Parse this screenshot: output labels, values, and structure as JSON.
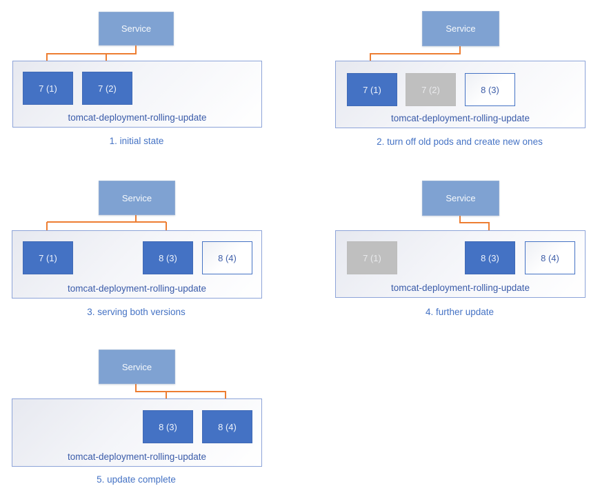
{
  "colors": {
    "pod_active": "#4472c4",
    "pod_old": "#bfbfbf",
    "pod_new_border": "#4472c4",
    "service_fill": "#7fa2d2",
    "arrow": "#ed7d31",
    "caption_text": "#4472c4",
    "deployment_text": "#3a5ba9",
    "deployment_border": "#8ca3d8"
  },
  "panels": [
    {
      "caption": "1. initial state",
      "service_label": "Service",
      "deployment_label": "tomcat-deployment-rolling-update",
      "pods": [
        {
          "label": "7 (1)",
          "state": "active"
        },
        {
          "label": "7 (2)",
          "state": "active"
        }
      ],
      "service_connects_to": [
        "7 (1)",
        "7 (2)"
      ]
    },
    {
      "caption": "2. turn off old pods and create new ones",
      "service_label": "Service",
      "deployment_label": "tomcat-deployment-rolling-update",
      "pods": [
        {
          "label": "7 (1)",
          "state": "active"
        },
        {
          "label": "7 (2)",
          "state": "old"
        },
        {
          "label": "8 (3)",
          "state": "new"
        }
      ],
      "service_connects_to": [
        "7 (1)"
      ]
    },
    {
      "caption": "3. serving both versions",
      "service_label": "Service",
      "deployment_label": "tomcat-deployment-rolling-update",
      "pods": [
        {
          "label": "7 (1)",
          "state": "active"
        },
        {
          "label": "8 (3)",
          "state": "active"
        },
        {
          "label": "8 (4)",
          "state": "new"
        }
      ],
      "service_connects_to": [
        "7 (1)",
        "8 (3)"
      ]
    },
    {
      "caption": "4. further update",
      "service_label": "Service",
      "deployment_label": "tomcat-deployment-rolling-update",
      "pods": [
        {
          "label": "7 (1)",
          "state": "old"
        },
        {
          "label": "8 (3)",
          "state": "active"
        },
        {
          "label": "8 (4)",
          "state": "new"
        }
      ],
      "service_connects_to": [
        "8 (3)"
      ]
    },
    {
      "caption": "5. update complete",
      "service_label": "Service",
      "deployment_label": "tomcat-deployment-rolling-update",
      "pods": [
        {
          "label": "8 (3)",
          "state": "active"
        },
        {
          "label": "8 (4)",
          "state": "active"
        }
      ],
      "service_connects_to": [
        "8 (3)",
        "8 (4)"
      ]
    }
  ]
}
